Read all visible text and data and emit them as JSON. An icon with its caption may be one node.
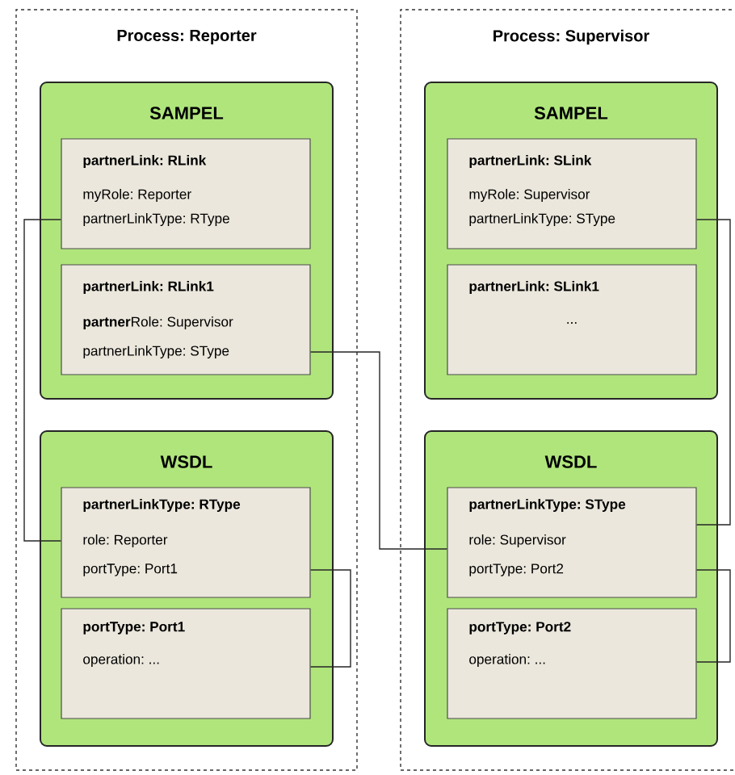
{
  "diagram": {
    "nodes": [
      {
        "text": [
          "Process: Reporter"
        ]
      },
      {
        "text": [
          "SAMPEL"
        ],
        "in": 0
      },
      {
        "text": [
          "partnerLink: RLink",
          "myRole: Reporter",
          "partnerLinkType: RType"
        ],
        "in": 1
      },
      {
        "text": [
          "partnerLink: RLink1",
          "**partner**Role: Supervisor",
          "partnerLinkType: SType"
        ],
        "in": 1
      },
      {
        "text": [
          "WSDL"
        ],
        "in": 0
      },
      {
        "text": [
          "partnerLinkType: RType",
          "role: Reporter",
          "portType: Port1"
        ],
        "in": 4
      },
      {
        "text": [
          "portType: Port1",
          "operation: ..."
        ],
        "in": 4
      },
      {
        "text": [
          "Process: Supervisor"
        ]
      },
      {
        "text": [
          "SAMPEL"
        ],
        "in": 7
      },
      {
        "text": [
          "partnerLink: SLink",
          "myRole: Supervisor",
          "partnerLinkType: SType"
        ],
        "in": 8
      },
      {
        "text": [
          "partnerLink: SLink1",
          "..."
        ],
        "in": 8
      },
      {
        "text": [
          "WSDL"
        ],
        "in": 7
      },
      {
        "text": [
          "partnerLinkType: SType",
          "role: Supervisor",
          "portType: Port2"
        ],
        "in": 11
      },
      {
        "text": [
          "portType: Port2",
          "operation: ..."
        ],
        "in": 11
      }
    ],
    "edges": [
      {
        "from": 2,
        "to": 5,
        "arrow": "none"
      },
      {
        "from": 3,
        "to": 12,
        "arrow": "none"
      },
      {
        "from": 9,
        "to": 12,
        "arrow": "none"
      },
      {
        "from": 5,
        "to": 6,
        "arrow": "none"
      },
      {
        "from": 12,
        "to": 13,
        "arrow": "none"
      }
    ]
  }
}
